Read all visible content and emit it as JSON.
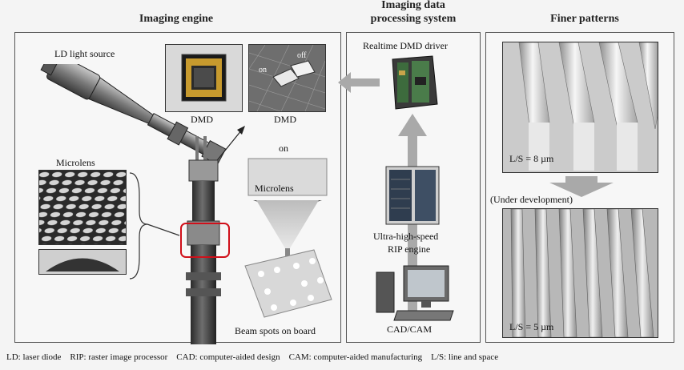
{
  "panels": {
    "imaging_engine": {
      "title": "Imaging engine"
    },
    "data_processing": {
      "title_line1": "Imaging data",
      "title_line2": "processing system"
    },
    "finer_patterns": {
      "title": "Finer patterns"
    }
  },
  "imaging_engine": {
    "ld_light_source": "LD light source",
    "dmd_left": "DMD",
    "dmd_right": "DMD",
    "on_label_small": "on",
    "off_label_small": "off",
    "on_label": "on",
    "microlens_left": "Microlens",
    "microlens_right": "Microlens",
    "beam_spots": "Beam spots on board"
  },
  "data_processing": {
    "realtime_dmd_driver": "Realtime DMD driver",
    "rip_engine_line1": "Ultra-high-speed",
    "rip_engine_line2": "RIP engine",
    "cad_cam": "CAD/CAM"
  },
  "finer_patterns": {
    "ls_8": "L/S = 8 µm",
    "under_development": "(Under development)",
    "ls_5": "L/S = 5 µm"
  },
  "footer": "LD: laser diode    RIP: raster image processor    CAD: computer-aided design    CAM: computer-aided manufacturing    L/S: line and space",
  "colors": {
    "highlight": "#d0101a",
    "arrow": "#a9a9a9"
  }
}
